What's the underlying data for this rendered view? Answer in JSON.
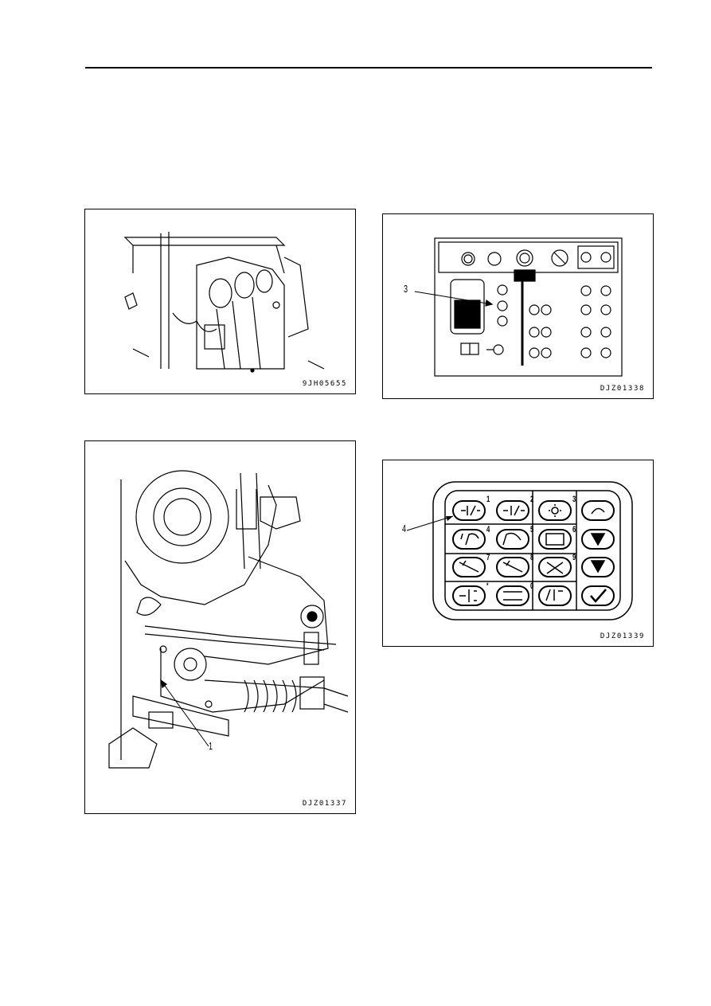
{
  "figures": [
    {
      "id": "9JH05655",
      "callouts": []
    },
    {
      "id": "DJZ01338",
      "callouts": [
        "3"
      ]
    },
    {
      "id": "DJZ01337",
      "callouts": [
        "1"
      ]
    },
    {
      "id": "DJZ01339",
      "callouts": [
        "4"
      ]
    }
  ],
  "keypad": {
    "key_numbers": [
      "1",
      "2",
      "3",
      "4",
      "5",
      "6",
      "7",
      "8",
      "9",
      "*",
      "0"
    ]
  }
}
